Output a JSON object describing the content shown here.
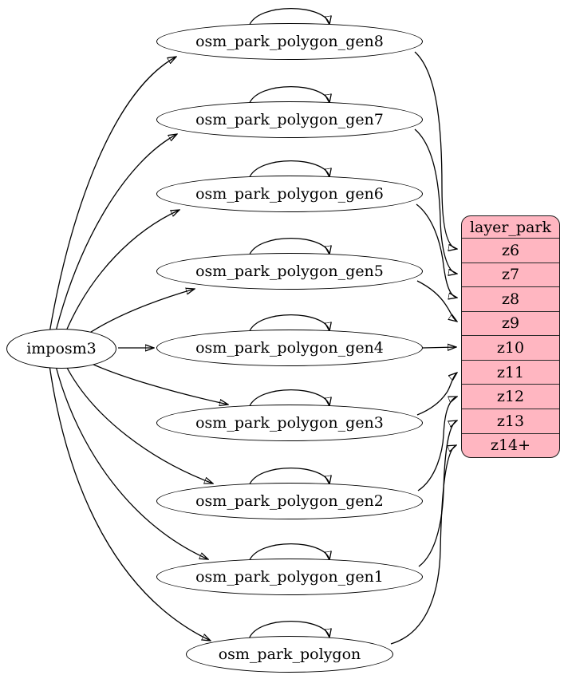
{
  "colors": {
    "layer_table_fill": "#ffb6c1",
    "node_fill": "#ffffff",
    "stroke": "#000000"
  },
  "source_node": {
    "label": "imposm3"
  },
  "table_nodes": [
    {
      "label": "osm_park_polygon_gen8",
      "self_loop": true,
      "maps_to_row": "z6"
    },
    {
      "label": "osm_park_polygon_gen7",
      "self_loop": true,
      "maps_to_row": "z7"
    },
    {
      "label": "osm_park_polygon_gen6",
      "self_loop": true,
      "maps_to_row": "z8"
    },
    {
      "label": "osm_park_polygon_gen5",
      "self_loop": true,
      "maps_to_row": "z9"
    },
    {
      "label": "osm_park_polygon_gen4",
      "self_loop": true,
      "maps_to_row": "z10"
    },
    {
      "label": "osm_park_polygon_gen3",
      "self_loop": true,
      "maps_to_row": "z11"
    },
    {
      "label": "osm_park_polygon_gen2",
      "self_loop": true,
      "maps_to_row": "z12"
    },
    {
      "label": "osm_park_polygon_gen1",
      "self_loop": true,
      "maps_to_row": "z13"
    },
    {
      "label": "osm_park_polygon",
      "self_loop": true,
      "maps_to_row": "z14+"
    }
  ],
  "layer_table": {
    "title": "layer_park",
    "rows": [
      "z6",
      "z7",
      "z8",
      "z9",
      "z10",
      "z11",
      "z12",
      "z13",
      "z14+"
    ]
  }
}
